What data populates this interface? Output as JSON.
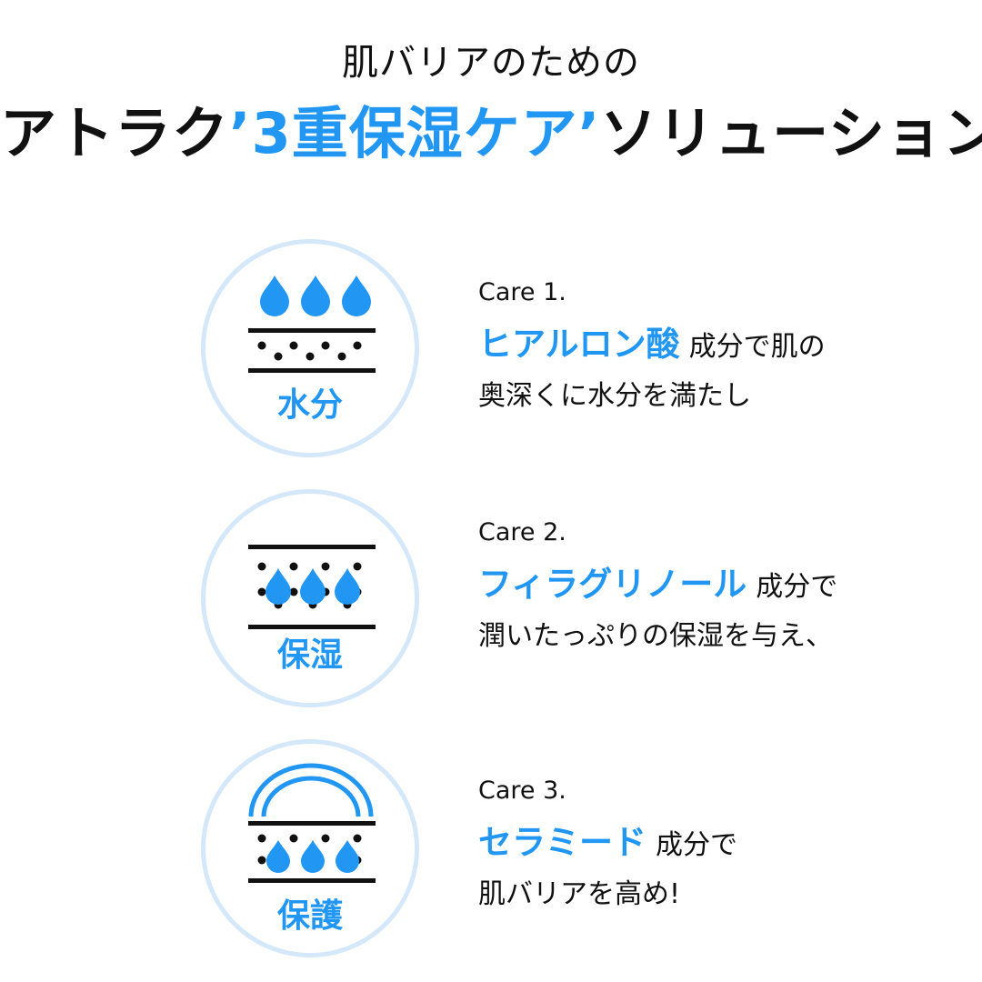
{
  "header": {
    "subtitle": "肌バリアのための",
    "title_pre": "アトラク",
    "title_accent": "’3重保湿ケア’",
    "title_post": "ソリューション"
  },
  "colors": {
    "accent": "#2196f3",
    "circle_border": "#d4e8f9",
    "text": "#111111"
  },
  "cares": [
    {
      "number": "Care 1.",
      "icon_label": "水分",
      "icon": "water-drops-above-layer-icon",
      "ingredient": "ヒアルロン酸",
      "line1_rest": "成分で肌の",
      "line2": "奥深くに水分を満たし"
    },
    {
      "number": "Care 2.",
      "icon_label": "保湿",
      "icon": "water-drops-inside-layer-icon",
      "ingredient": "フィラグリノール",
      "line1_rest": "成分で",
      "line2": "潤いたっぷりの保湿を与え、"
    },
    {
      "number": "Care 3.",
      "icon_label": "保護",
      "icon": "barrier-shield-layer-icon",
      "ingredient": "セラミード",
      "line1_rest": "成分で",
      "line2": "肌バリアを高め!"
    }
  ]
}
